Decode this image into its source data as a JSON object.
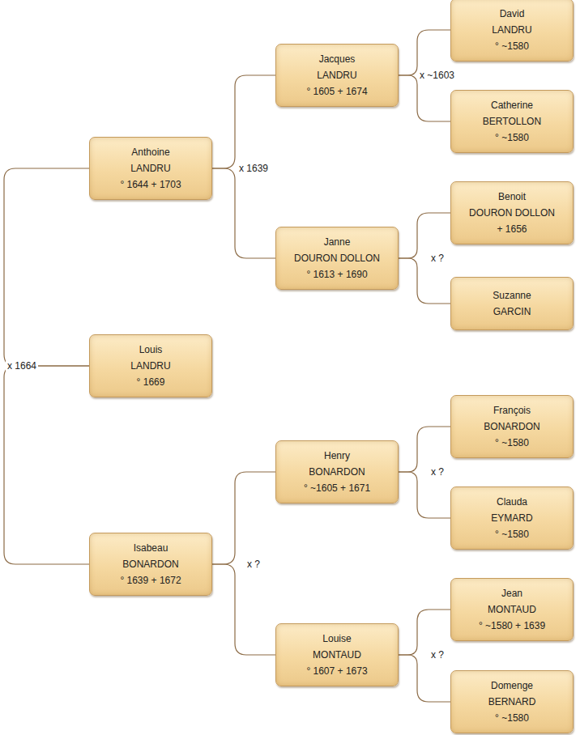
{
  "diagram": {
    "nodes": [
      {
        "text": [
          "Anthoine",
          "LANDRU",
          "° 1644 + 1703"
        ]
      },
      {
        "text": [
          "Louis",
          "LANDRU",
          "° 1669"
        ]
      },
      {
        "text": [
          "Isabeau",
          "BONARDON",
          "° 1639 + 1672"
        ]
      },
      {
        "text": [
          "Jacques",
          "LANDRU",
          "° 1605 + 1674"
        ]
      },
      {
        "text": [
          "Janne",
          "DOURON DOLLON",
          "° 1613 + 1690"
        ]
      },
      {
        "text": [
          "Henry",
          "BONARDON",
          "° ~1605 + 1671"
        ]
      },
      {
        "text": [
          "Louise",
          "MONTAUD",
          "° 1607 + 1673"
        ]
      },
      {
        "text": [
          "David",
          "LANDRU",
          "° ~1580"
        ]
      },
      {
        "text": [
          "Catherine",
          "BERTOLLON",
          "° ~1580"
        ]
      },
      {
        "text": [
          "Benoit",
          "DOURON DOLLON",
          "+ 1656"
        ]
      },
      {
        "text": [
          "Suzanne",
          "GARCIN"
        ]
      },
      {
        "text": [
          "François",
          "BONARDON",
          "° ~1580"
        ]
      },
      {
        "text": [
          "Clauda",
          "EYMARD",
          "° ~1580"
        ]
      },
      {
        "text": [
          "Jean",
          "MONTAUD",
          "° ~1580 + 1639"
        ]
      },
      {
        "text": [
          "Domenge",
          "BERNARD",
          "° ~1580"
        ]
      }
    ],
    "edges": [
      {
        "from": 1,
        "to": 0,
        "arrow": "none",
        "label": "x 1664"
      },
      {
        "from": 1,
        "to": 2,
        "arrow": "none"
      },
      {
        "from": 0,
        "to": 3,
        "arrow": "none",
        "label": "x 1639"
      },
      {
        "from": 0,
        "to": 4,
        "arrow": "none"
      },
      {
        "from": 2,
        "to": 5,
        "arrow": "none",
        "label": "x ?"
      },
      {
        "from": 2,
        "to": 6,
        "arrow": "none"
      },
      {
        "from": 3,
        "to": 7,
        "arrow": "none",
        "label": "x ~1603"
      },
      {
        "from": 3,
        "to": 8,
        "arrow": "none"
      },
      {
        "from": 4,
        "to": 9,
        "arrow": "none",
        "label": "x ?"
      },
      {
        "from": 4,
        "to": 10,
        "arrow": "none"
      },
      {
        "from": 5,
        "to": 11,
        "arrow": "none",
        "label": "x ?"
      },
      {
        "from": 5,
        "to": 12,
        "arrow": "none"
      },
      {
        "from": 6,
        "to": 13,
        "arrow": "none",
        "label": "x ?"
      },
      {
        "from": 6,
        "to": 14,
        "arrow": "none"
      }
    ]
  }
}
